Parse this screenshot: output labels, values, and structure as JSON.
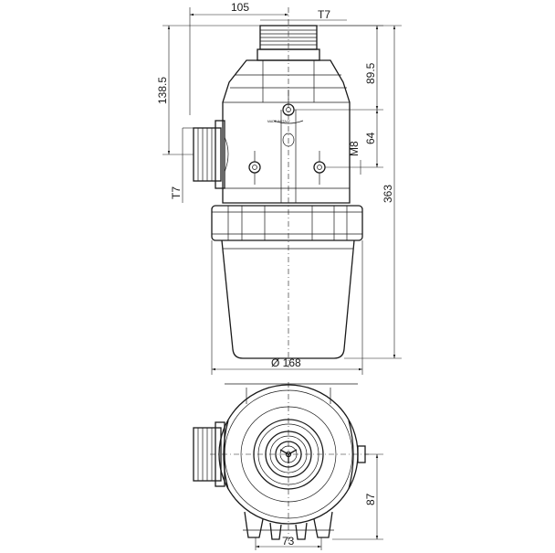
{
  "dimensions": {
    "top_width": "105",
    "top_thread": "T7",
    "height_upper": "89.5",
    "height_inlet": "138.5",
    "thread_m8": "M8",
    "height_64": "64",
    "side_thread": "T7",
    "total_height": "363",
    "diameter": "Ø 168",
    "bottom_height": "87",
    "bottom_width": "73"
  },
  "marking": "MADE IN ITALY"
}
